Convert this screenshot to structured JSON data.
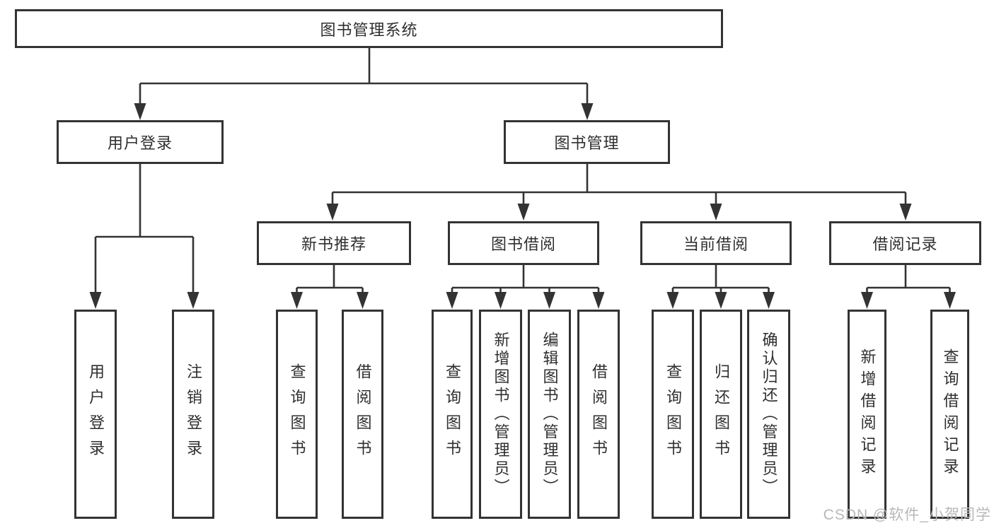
{
  "colors": {
    "line": "#333333",
    "box_border": "#333333",
    "text": "#2f2f2f",
    "watermark": "#b8b8bc",
    "background": "#ffffff"
  },
  "nodes": {
    "root": {
      "label": "图书管理系统"
    },
    "l2": [
      {
        "label": "用户登录"
      },
      {
        "label": "图书管理"
      }
    ],
    "l3": [
      {
        "label": "新书推荐",
        "parent": "图书管理"
      },
      {
        "label": "图书借阅",
        "parent": "图书管理"
      },
      {
        "label": "当前借阅",
        "parent": "图书管理"
      },
      {
        "label": "借阅记录",
        "parent": "图书管理"
      }
    ],
    "leaves": [
      {
        "label": "用户登录",
        "parent": "用户登录"
      },
      {
        "label": "注销登录",
        "parent": "用户登录"
      },
      {
        "label": "查询图书",
        "parent": "新书推荐"
      },
      {
        "label": "借阅图书",
        "parent": "新书推荐"
      },
      {
        "label": "查询图书",
        "parent": "图书借阅"
      },
      {
        "label": "新增图书（管理员）",
        "parent": "图书借阅"
      },
      {
        "label": "编辑图书（管理员）",
        "parent": "图书借阅"
      },
      {
        "label": "借阅图书",
        "parent": "图书借阅"
      },
      {
        "label": "查询图书",
        "parent": "当前借阅"
      },
      {
        "label": "归还图书",
        "parent": "当前借阅"
      },
      {
        "label": "确认归还（管理员）",
        "parent": "当前借阅"
      },
      {
        "label": "新增借阅记录",
        "parent": "借阅记录"
      },
      {
        "label": "查询借阅记录",
        "parent": "借阅记录"
      }
    ]
  },
  "watermark": {
    "text": "CSDN @软件_小贺同学"
  }
}
